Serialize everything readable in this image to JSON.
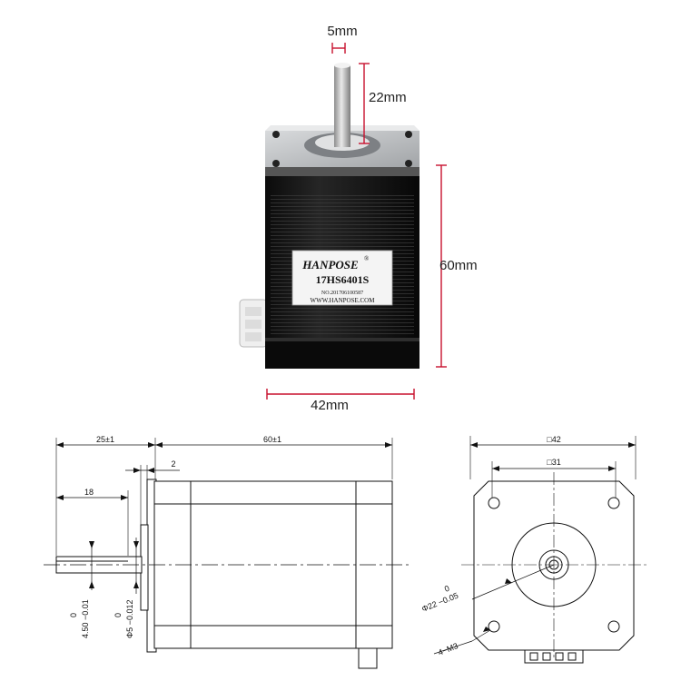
{
  "photo": {
    "label": {
      "brand": "HANPOSE",
      "registered": "®",
      "model": "17HS6401S",
      "serial": "NO.201706100587",
      "website": "WWW.HANPOSE.COM"
    },
    "dimensions": {
      "shaft_diameter": "5mm",
      "shaft_length": "22mm",
      "body_length": "60mm",
      "body_width": "42mm"
    }
  },
  "side_drawing": {
    "shaft_length_total": "25±1",
    "body_length": "60±1",
    "flange_offset": "2",
    "shaft_flat_length": "18",
    "flat_tolerance_upper": "0",
    "flat_dimension": "4.50 −0.01",
    "shaft_tolerance_upper": "0",
    "shaft_dimension": "Φ5 −0.012"
  },
  "front_drawing": {
    "body_square": "□42",
    "hole_spacing": "□31",
    "boss_tolerance_upper": "0",
    "boss_dimension": "Φ22 −0.05",
    "screw_holes": "4−M3"
  },
  "colors": {
    "dimension_line": "#c8102e",
    "motor_body": "#141414",
    "flange": "#b9bcbf"
  }
}
